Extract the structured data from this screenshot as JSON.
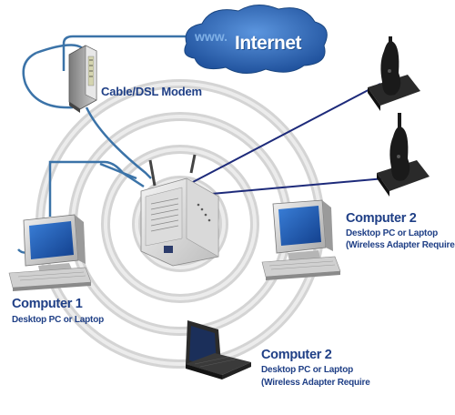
{
  "internet": {
    "prefix": "www.",
    "label": "Internet"
  },
  "modem": {
    "label": "Cable/DSL Modem"
  },
  "computer1": {
    "title": "Computer 1",
    "subtitle": "Desktop PC or Laptop"
  },
  "computer2_right": {
    "title": "Computer 2",
    "line1": "Desktop PC or Laptop",
    "line2": "(Wireless Adapter Require"
  },
  "computer2_bottom": {
    "title": "Computer 2",
    "line1": "Desktop PC or Laptop",
    "line2": "(Wireless Adapter Require"
  },
  "colors": {
    "label_text": "#1f3f86",
    "cable": "#3b73a8",
    "phone_line": "#1d2a7a",
    "cloud": "#2f6cc0"
  }
}
